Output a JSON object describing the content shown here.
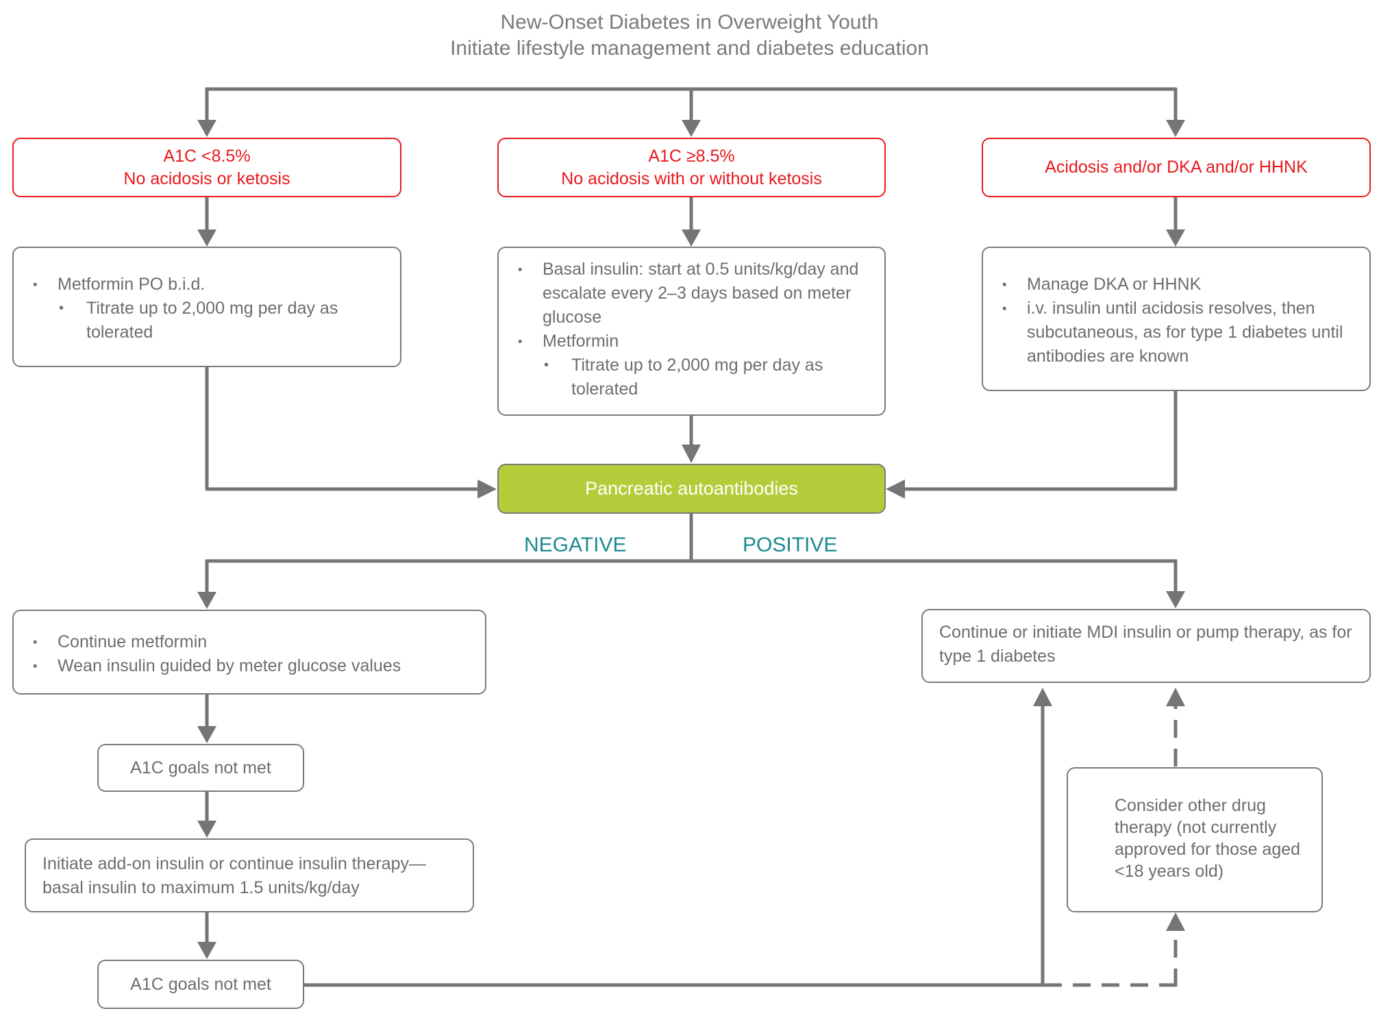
{
  "title": "New-Onset Diabetes in Overweight Youth",
  "subtitle": "Initiate lifestyle management and diabetes education",
  "colors": {
    "criteria_border": "#e8181c",
    "criteria_text": "#e8181c",
    "autoantibody_fill": "#b5cc3a",
    "branch_label": "#1b8a8e",
    "connector": "#757575",
    "box_border": "#7a7a7a",
    "body_text": "#6d6d6d"
  },
  "criteria": [
    {
      "line1": "A1C <8.5%",
      "line2": "No acidosis or ketosis"
    },
    {
      "line1": "A1C ≥8.5%",
      "line2": "No acidosis with or without ketosis"
    },
    {
      "line1": "Acidosis and/or DKA and/or HHNK",
      "line2": ""
    }
  ],
  "treatments": {
    "left": {
      "item1": "Metformin PO b.i.d.",
      "item1_sub": "Titrate up to 2,000 mg per day as tolerated"
    },
    "middle": {
      "item1": "Basal insulin: start at 0.5 units/kg/day and escalate every 2–3 days based on meter glucose",
      "item2": "Metformin",
      "item2_sub": "Titrate up to 2,000 mg per day as tolerated"
    },
    "right": {
      "item1": "Manage DKA or HHNK",
      "item2": "i.v. insulin until acidosis resolves, then subcutaneous, as for type 1 diabetes until antibodies are known"
    }
  },
  "autoantibodies": "Pancreatic autoantibodies",
  "branches": {
    "negative": "NEGATIVE",
    "positive": "POSITIVE"
  },
  "negative_path": {
    "continue": {
      "item1": "Continue metformin",
      "item2": "Wean insulin guided by meter glucose values"
    },
    "goals_not_met_1": "A1C goals not met",
    "add_on_insulin": "Initiate add-on insulin or continue insulin therapy—basal insulin to maximum 1.5 units/kg/day",
    "goals_not_met_2": "A1C goals not met"
  },
  "positive_path": {
    "mdi": "Continue or initiate MDI insulin or pump therapy, as for type 1 diabetes",
    "other_drug": "Consider other drug therapy (not currently approved for those aged <18 years old)"
  }
}
